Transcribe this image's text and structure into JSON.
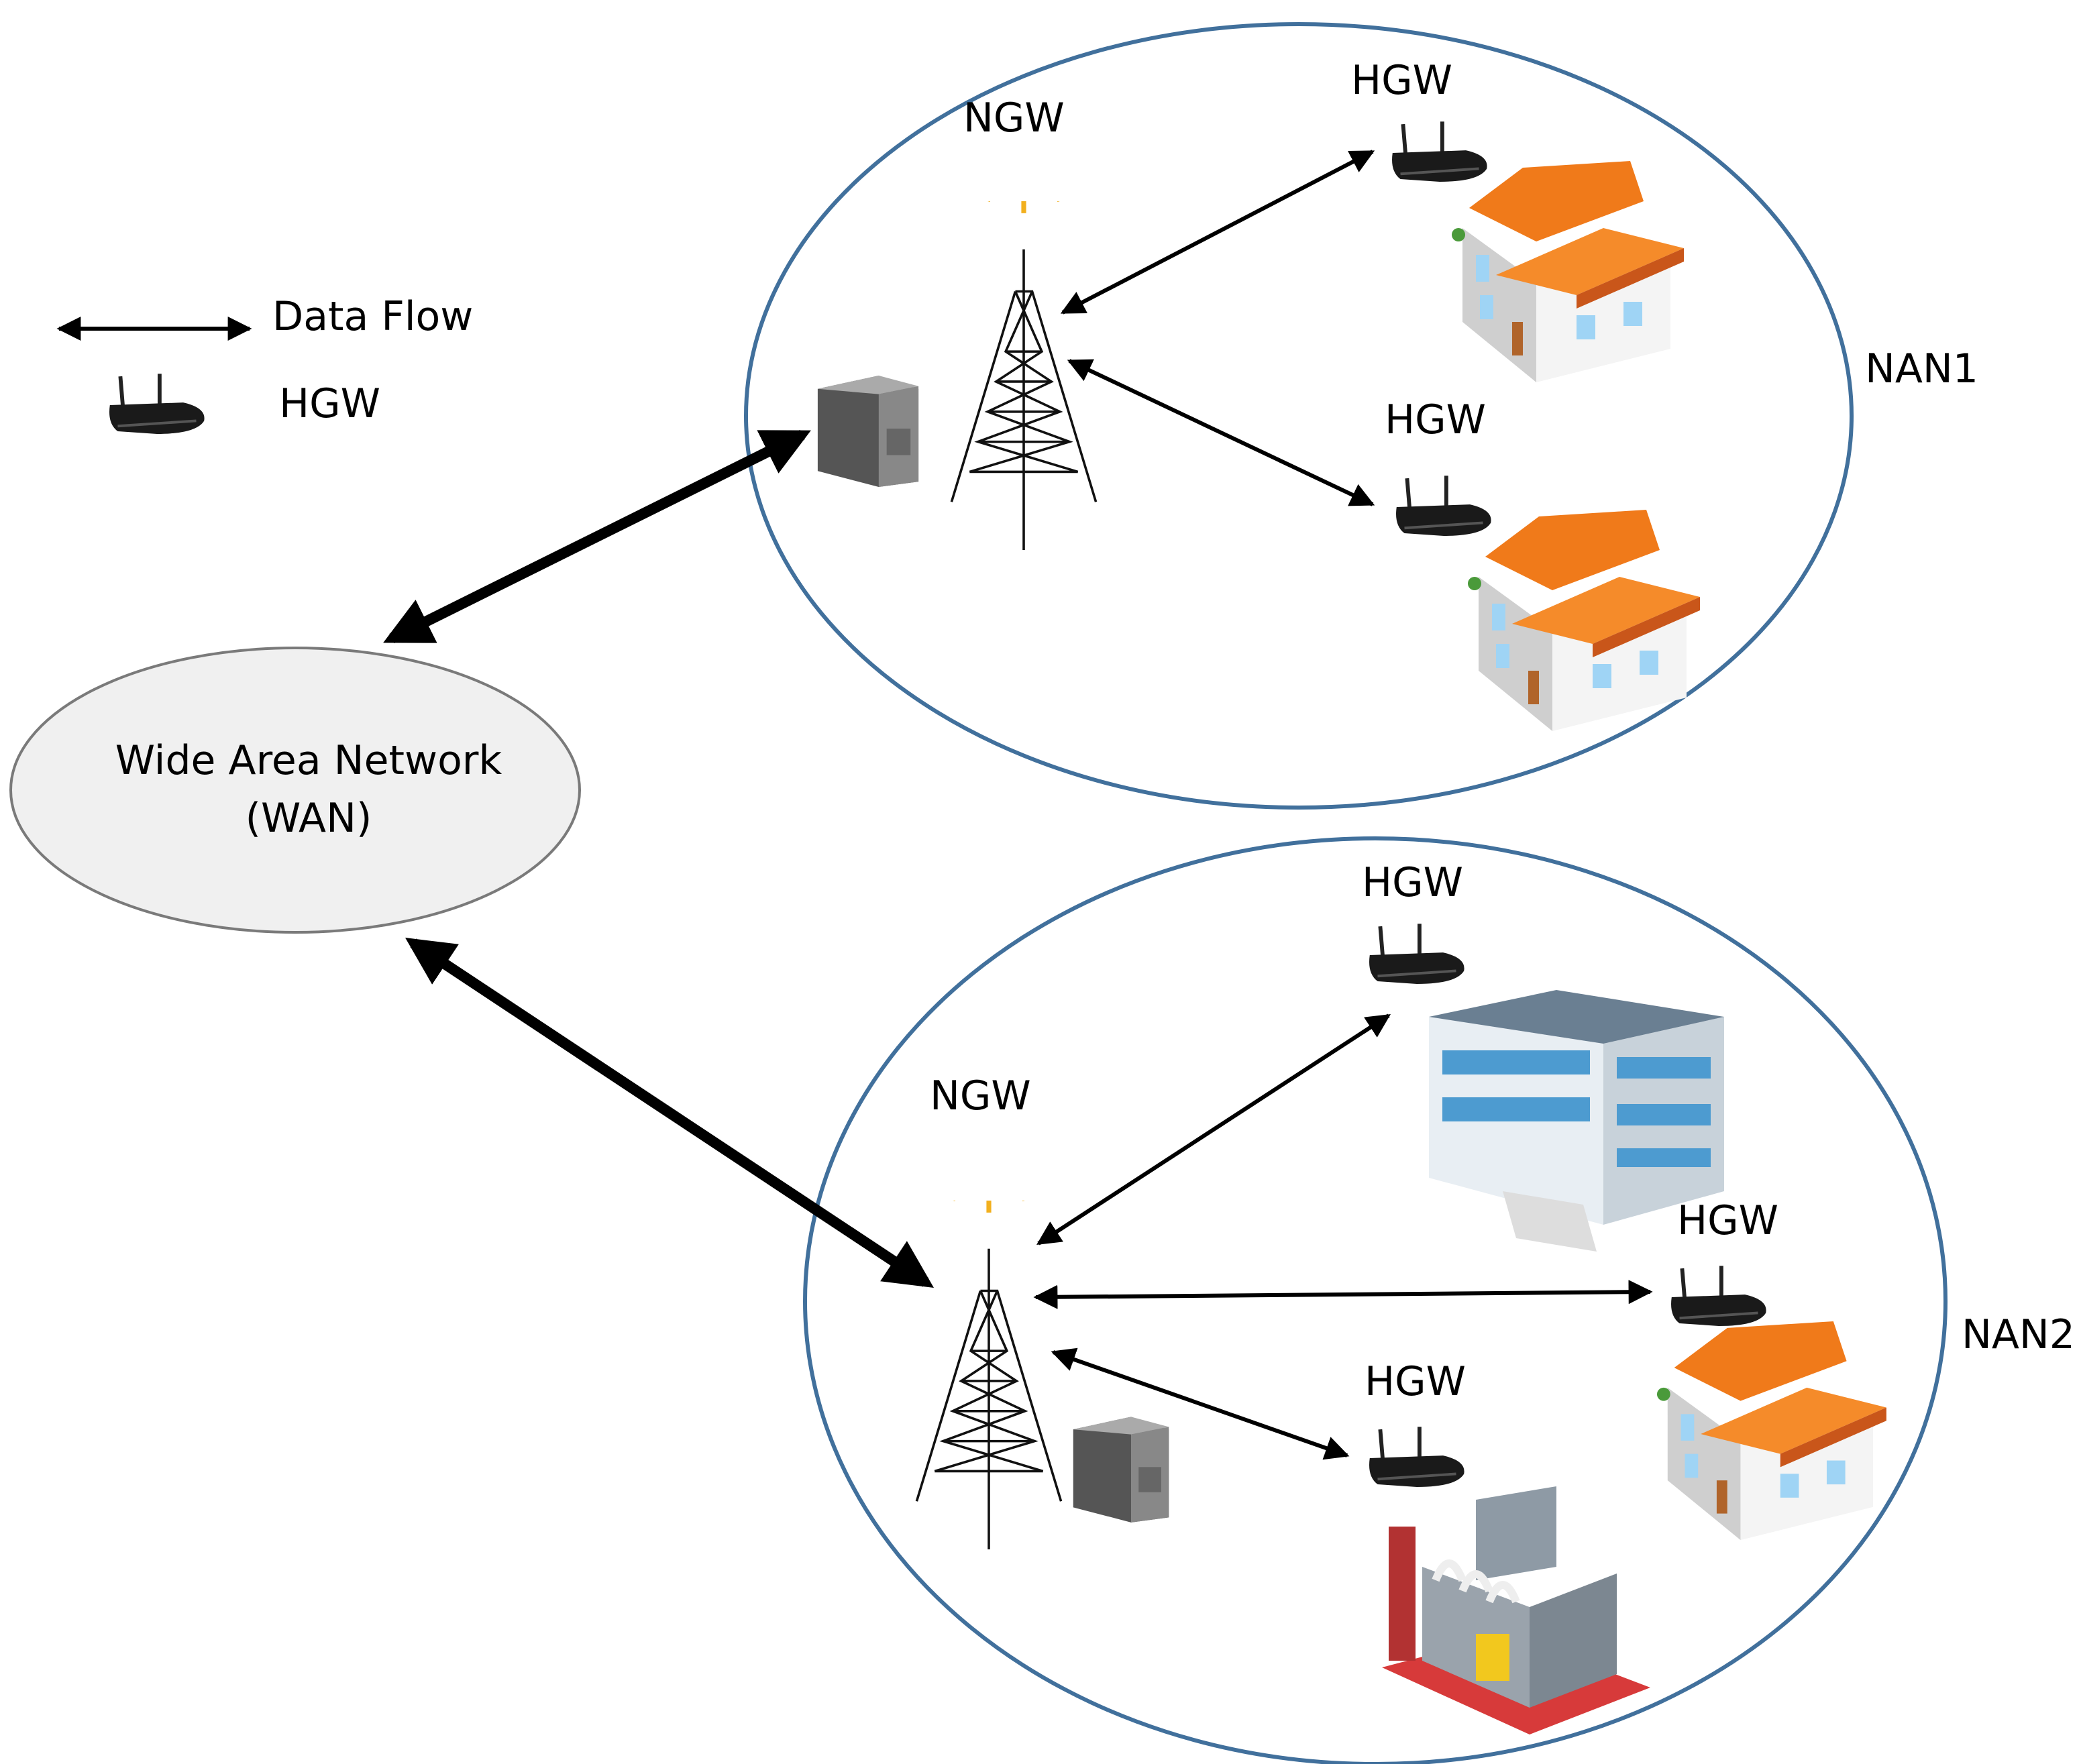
{
  "legend": {
    "data_flow": "Data Flow",
    "hgw": "HGW"
  },
  "wan": {
    "line1": "Wide Area Network",
    "line2": "(WAN)"
  },
  "nan1": {
    "label": "NAN1",
    "ngw": "NGW",
    "hgw": [
      "HGW",
      "HGW"
    ]
  },
  "nan2": {
    "label": "NAN2",
    "ngw": "NGW",
    "hgw": [
      "HGW",
      "HGW",
      "HGW"
    ]
  },
  "colors": {
    "nan_border": "#41709c",
    "wan_fill": "#f0f0f0",
    "wan_border": "#7a7a7a",
    "roof": "#f07a1a",
    "arrow": "#000000"
  }
}
